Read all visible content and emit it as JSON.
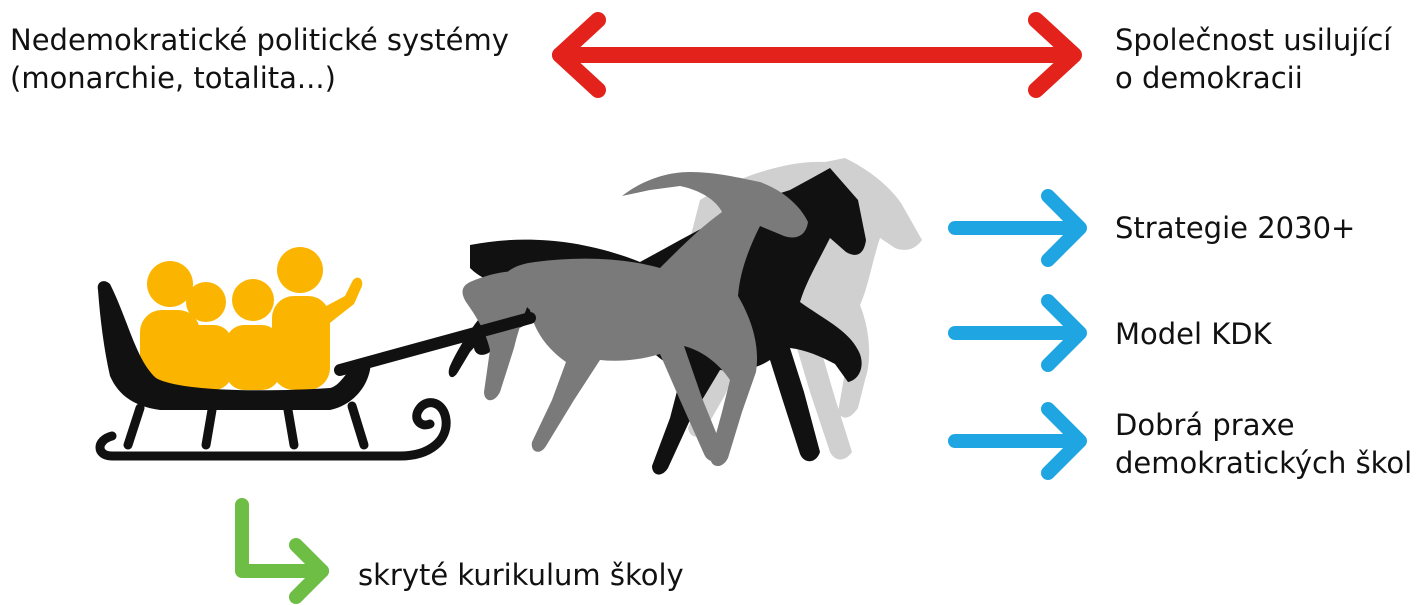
{
  "colors": {
    "red_arrow": "#e3231b",
    "blue_arrow": "#1fa6e2",
    "green_arrow": "#6ebd45",
    "people": "#fbb400",
    "sleigh": "#111111",
    "horse_black": "#111111",
    "horse_grey": "#7a7a7a",
    "horse_light": "#d0d0d0"
  },
  "top": {
    "left_line1": "Nedemokratické politické systémy",
    "left_line2": "(monarchie, totalita...)",
    "right_line1": "Společnost usilující",
    "right_line2": "o demokracii"
  },
  "directions": [
    {
      "line1": "Strategie 2030+"
    },
    {
      "line1": "Model KDK"
    },
    {
      "line1": "Dobrá praxe",
      "line2": "demokratických škol"
    }
  ],
  "hidden_curriculum": "skryté kurikulum školy",
  "icons": [
    "double-headed-arrow-icon",
    "right-arrow-icon",
    "bent-arrow-icon",
    "sleigh-icon",
    "people-icon",
    "horse-icon"
  ]
}
